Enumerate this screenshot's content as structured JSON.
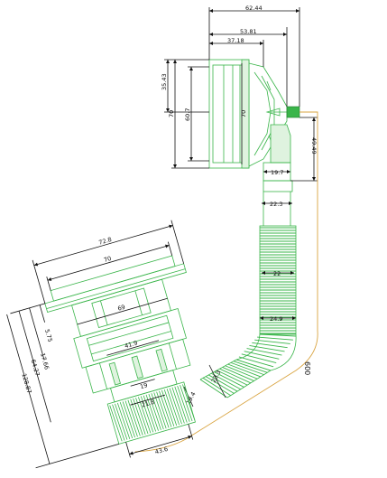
{
  "colors": {
    "outline": "#3ab54a",
    "dimension": "#111111",
    "cable": "#d9a441",
    "background": "#ffffff"
  },
  "labels": {
    "top_overall_width": "62.44",
    "top_width_2": "53.81",
    "top_width_3": "37.18",
    "top_height_outer": "35.43",
    "top_height_mid": "70",
    "top_height_inner": "60.7",
    "top_right_70": "70",
    "right_drop": "49.49",
    "stem_offset": "19.7",
    "hose_top_width": "22.3",
    "hose_mid_width": "22",
    "hose_bottom_width": "24.9",
    "cable_length": "600",
    "bottom_top_width": "72.8",
    "bottom_width_2": "70",
    "bottom_inner_69": "69",
    "bottom_inner_41_9": "41.9",
    "bottom_19": "19",
    "bottom_21_8": "21.8",
    "bottom_43_6": "43.6",
    "elbow_19_4": "19.4",
    "elbow_23_3": "23.3",
    "left_5_75": "5.75",
    "left_17_66": "17.66",
    "left_64_27": "64.27",
    "left_128_87": "128.87"
  }
}
